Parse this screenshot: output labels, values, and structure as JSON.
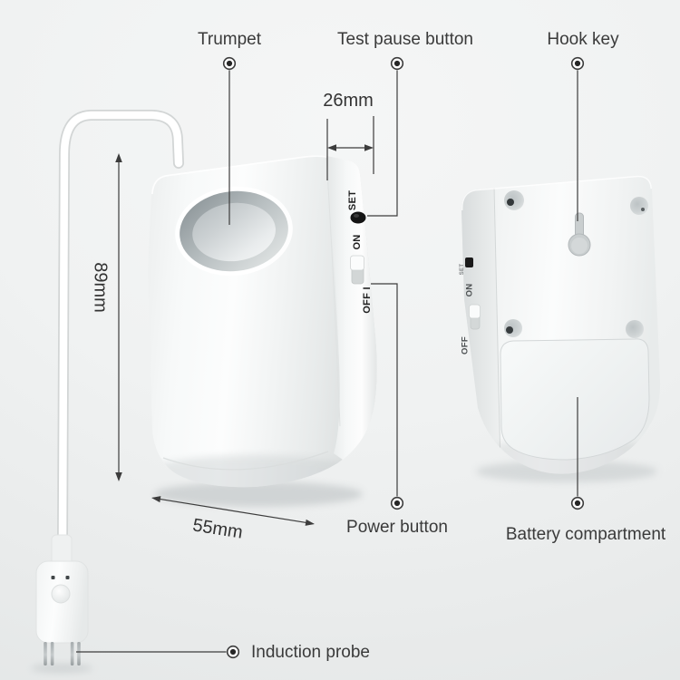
{
  "labels": {
    "trumpet": "Trumpet",
    "test_pause": "Test pause button",
    "hook_key": "Hook key",
    "power": "Power button",
    "battery": "Battery compartment",
    "induction_probe": "Induction probe"
  },
  "dimensions": {
    "top_width": "26mm",
    "height": "89mm",
    "bottom_width": "55mm"
  },
  "markings": {
    "front": {
      "set": "SET",
      "on": "ON",
      "off": "OFF I"
    },
    "back": {
      "set": "SET",
      "on": "ON",
      "off": "OFF"
    }
  },
  "colors": {
    "background": "#eef0f0",
    "device_body": "#f6f8f8",
    "annotation_line": "#3c3c3c",
    "label_text": "#3a3a3a",
    "set_button": "#141414"
  }
}
